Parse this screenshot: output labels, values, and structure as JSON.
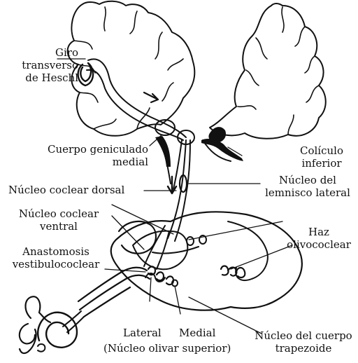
{
  "colors": {
    "ink": "#111111",
    "background": "#ffffff"
  },
  "labels": {
    "giro": "Giro\ntransverso\nde Heschl",
    "cuerpo_geniculado": "Cuerpo geniculado\nmedial",
    "coliculo": "Colículo\ninferior",
    "nucleo_coclear_dorsal": "Núcleo coclear dorsal",
    "nucleo_lemnisco": "Núcleo del\nlemnisco lateral",
    "nucleo_coclear_ventral": "Núcleo coclear\nventral",
    "haz": "Haz\nolivococlear",
    "anastomosis": "Anastomosis\nvestibulococlear",
    "lateral": "Lateral",
    "medial": "Medial",
    "nucleo_olivar": "(Núcleo olivar superior)",
    "nucleo_cuerpo_trapezoide": "Núcleo del cuerpo\ntrapezoide"
  }
}
